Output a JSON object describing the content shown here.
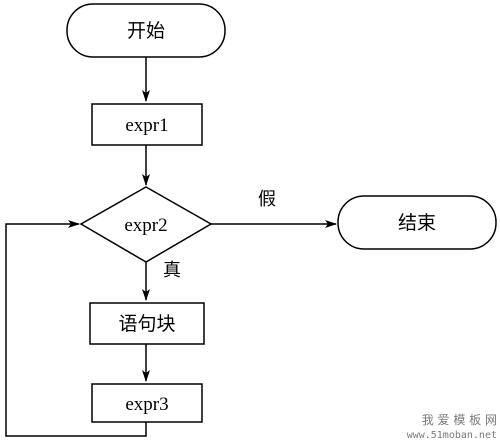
{
  "nodes": {
    "start": "开始",
    "init": "expr1",
    "condition": "expr2",
    "end": "结束",
    "body": "语句块",
    "update": "expr3"
  },
  "edges": {
    "true_label": "真",
    "false_label": "假"
  },
  "watermark": {
    "title": "我 爱 模 板 网",
    "url": "www.51moban.net"
  }
}
